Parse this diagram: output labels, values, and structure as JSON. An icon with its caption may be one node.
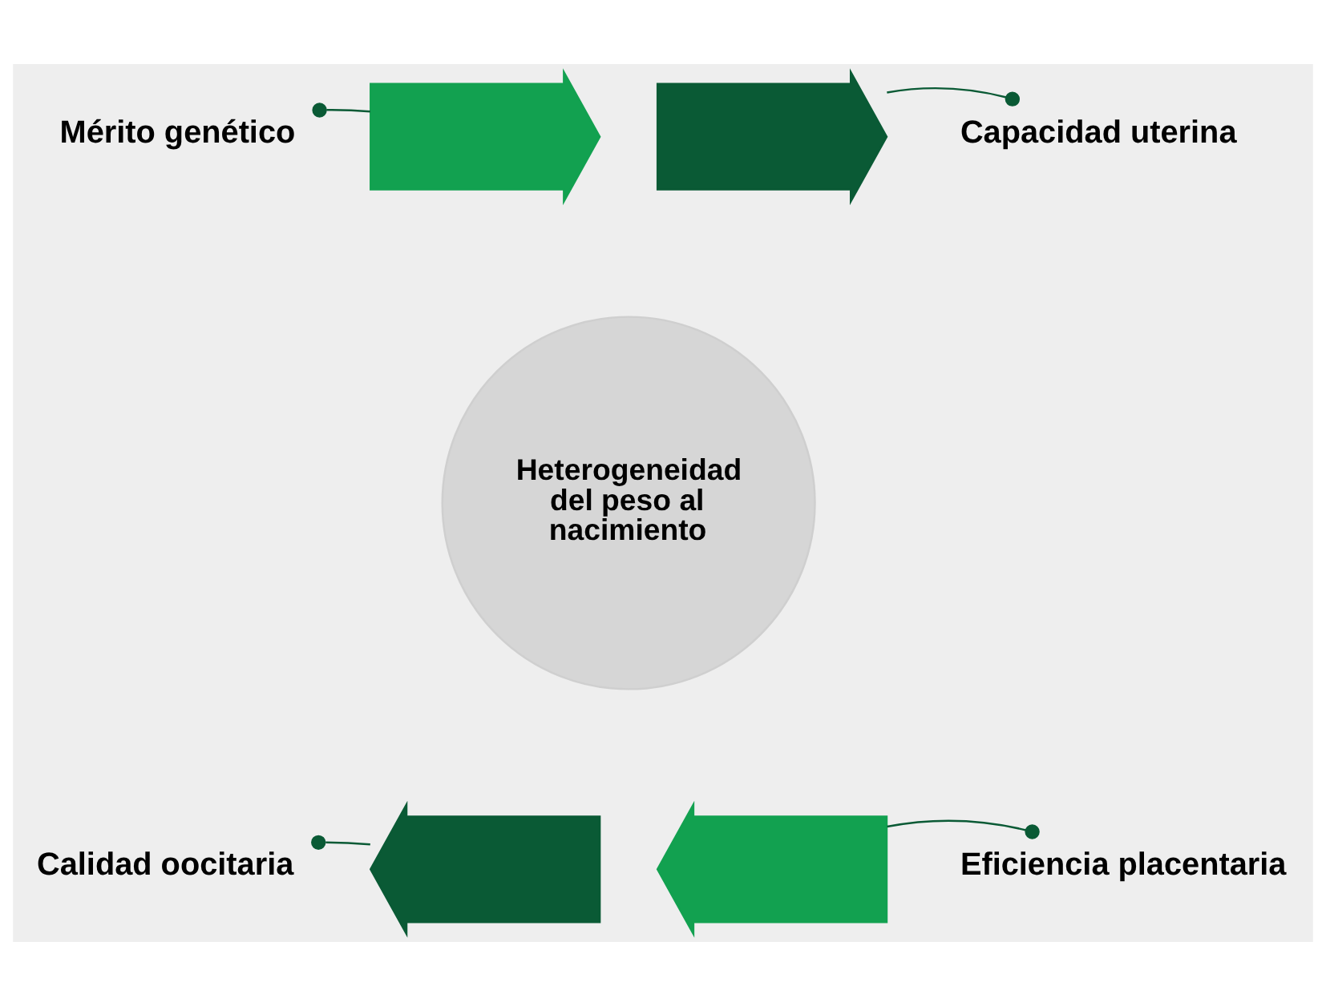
{
  "diagram": {
    "nodes": [
      {
        "text": [
          "Mérito genético"
        ]
      },
      {
        "text": [],
        "shape": "arrow"
      },
      {
        "text": [
          "Capacidad uterina"
        ]
      },
      {
        "text": [],
        "shape": "arrow"
      },
      {
        "text": [
          "Eficiencia placentaria"
        ]
      },
      {
        "text": [],
        "shape": "arrow"
      },
      {
        "text": [
          "Calidad oocitaria"
        ]
      },
      {
        "text": [],
        "shape": "arrow"
      },
      {
        "text": [
          "Heterogeneidad del peso al nacimiento"
        ]
      }
    ],
    "edges": [
      {
        "from": 0,
        "to": 1,
        "arrow": "other"
      },
      {
        "from": 2,
        "to": 3,
        "arrow": "other"
      },
      {
        "from": 4,
        "to": 5,
        "arrow": "other"
      },
      {
        "from": 6,
        "to": 7,
        "arrow": "other"
      }
    ]
  }
}
